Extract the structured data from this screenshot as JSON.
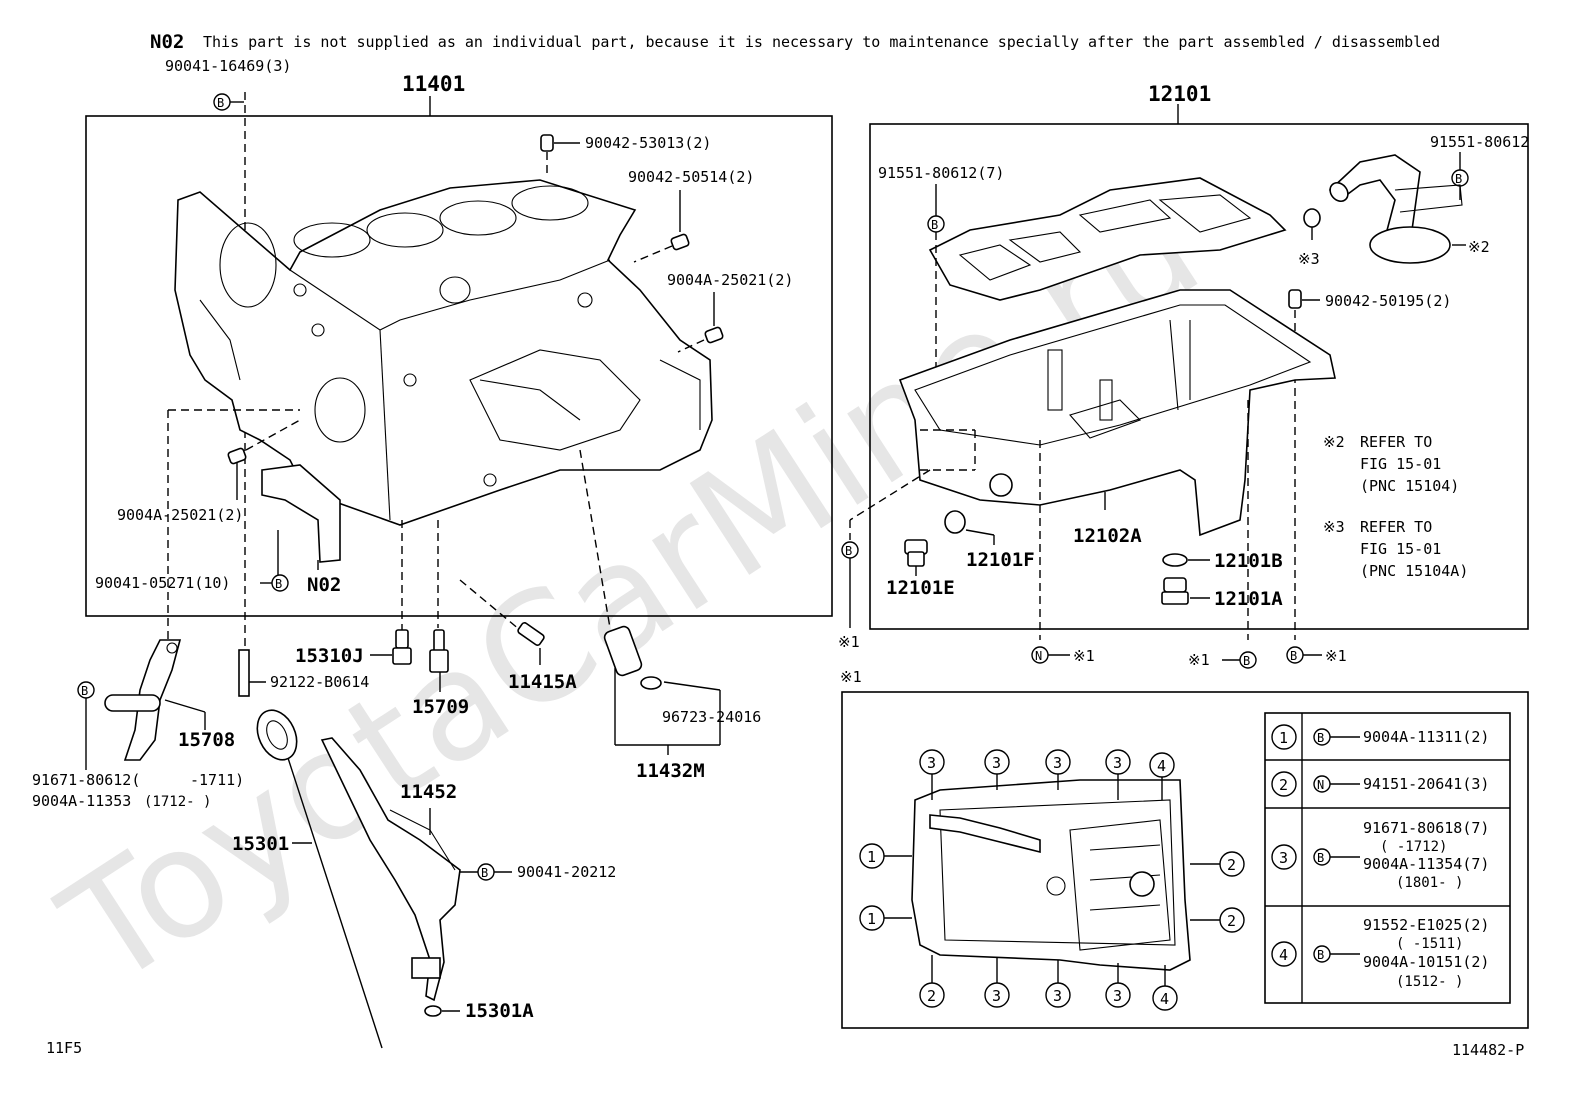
{
  "header": {
    "note_code": "N02",
    "note_text": "This part is not supplied as an individual part, because it is necessary to maintenance specially after the part assembled / disassembled"
  },
  "watermark": "ToyotaCarMine.ru",
  "footer": {
    "left_code": "11F5",
    "right_code": "114482-P"
  },
  "symbols": {
    "b": "B",
    "n": "N",
    "asterisk1": "※1",
    "asterisk2": "※2",
    "asterisk3": "※3"
  },
  "left": {
    "block_pnc": "11401",
    "bolt_top": "90041-16469(3)",
    "pin_top": "90042-53013(2)",
    "pin_2": "90042-50514(2)",
    "pin_3": "9004A-25021(2)",
    "pin_4": "9004A-25021(2)",
    "bolt_cap": "90041-05271(10)",
    "cap_note": "N02",
    "plug_15310": "15310J",
    "stud": "92122-B0614",
    "plug_15709": "15709",
    "sensor": "11415A",
    "oring": "96723-24016",
    "nozzle": "11432M",
    "bracket": "15708",
    "bracket_bolt_1": "91671-80612(",
    "bracket_bolt_1_range": "-1711)",
    "bracket_bolt_2": "9004A-11353",
    "bracket_bolt_2_range": "(1712-      )",
    "guide": "11452",
    "dipstick": "15301",
    "guide_bolt": "90041-20212",
    "oring_guide": "15301A"
  },
  "right": {
    "oil_pan_pnc": "12101",
    "bolt_pan": "91551-80612(7)",
    "strainer_bolt": "91551-80612",
    "pin_pan": "90042-50195(2)",
    "pan_lower": "12102A",
    "gasket_f": "12101F",
    "plug_e": "12101E",
    "gasket_b": "12101B",
    "plug_a": "12101A",
    "ref2_1": "REFER TO",
    "ref2_2": "FIG 15-01",
    "ref2_3": "(PNC 15104)",
    "ref3_1": "REFER TO",
    "ref3_2": "FIG 15-01",
    "ref3_3": "(PNC 15104A)"
  },
  "legend": {
    "rows": [
      {
        "num": "1",
        "sym": "B",
        "lines": [
          "9004A-11311(2)"
        ]
      },
      {
        "num": "2",
        "sym": "N",
        "lines": [
          "94151-20641(3)"
        ]
      },
      {
        "num": "3",
        "sym": "B",
        "lines": [
          "91671-80618(7)",
          "(      -1712)",
          "9004A-11354(7)",
          "(1801-      )"
        ]
      },
      {
        "num": "4",
        "sym": "B",
        "lines": [
          "91552-E1025(2)",
          "(      -1511)",
          "9004A-10151(2)",
          "(1512-      )"
        ]
      }
    ]
  }
}
